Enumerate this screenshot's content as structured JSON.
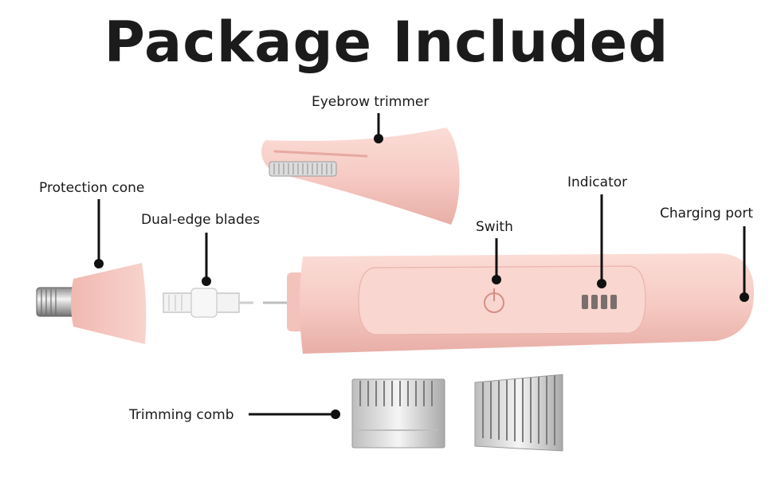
{
  "title": "Package Included",
  "labels": {
    "eyebrow_trimmer": "Eyebrow trimmer",
    "protection_cone": "Protection cone",
    "dual_edge_blades": "Dual-edge blades",
    "switch": "Swith",
    "indicator": "Indicator",
    "charging_port": "Charging port",
    "trimming_comb": "Trimming comb"
  },
  "colors": {
    "body_pink": "#f6cdc6",
    "shadow_pink": "#e9b1a9",
    "text": "#1b1b1b",
    "callout": "#111111"
  }
}
